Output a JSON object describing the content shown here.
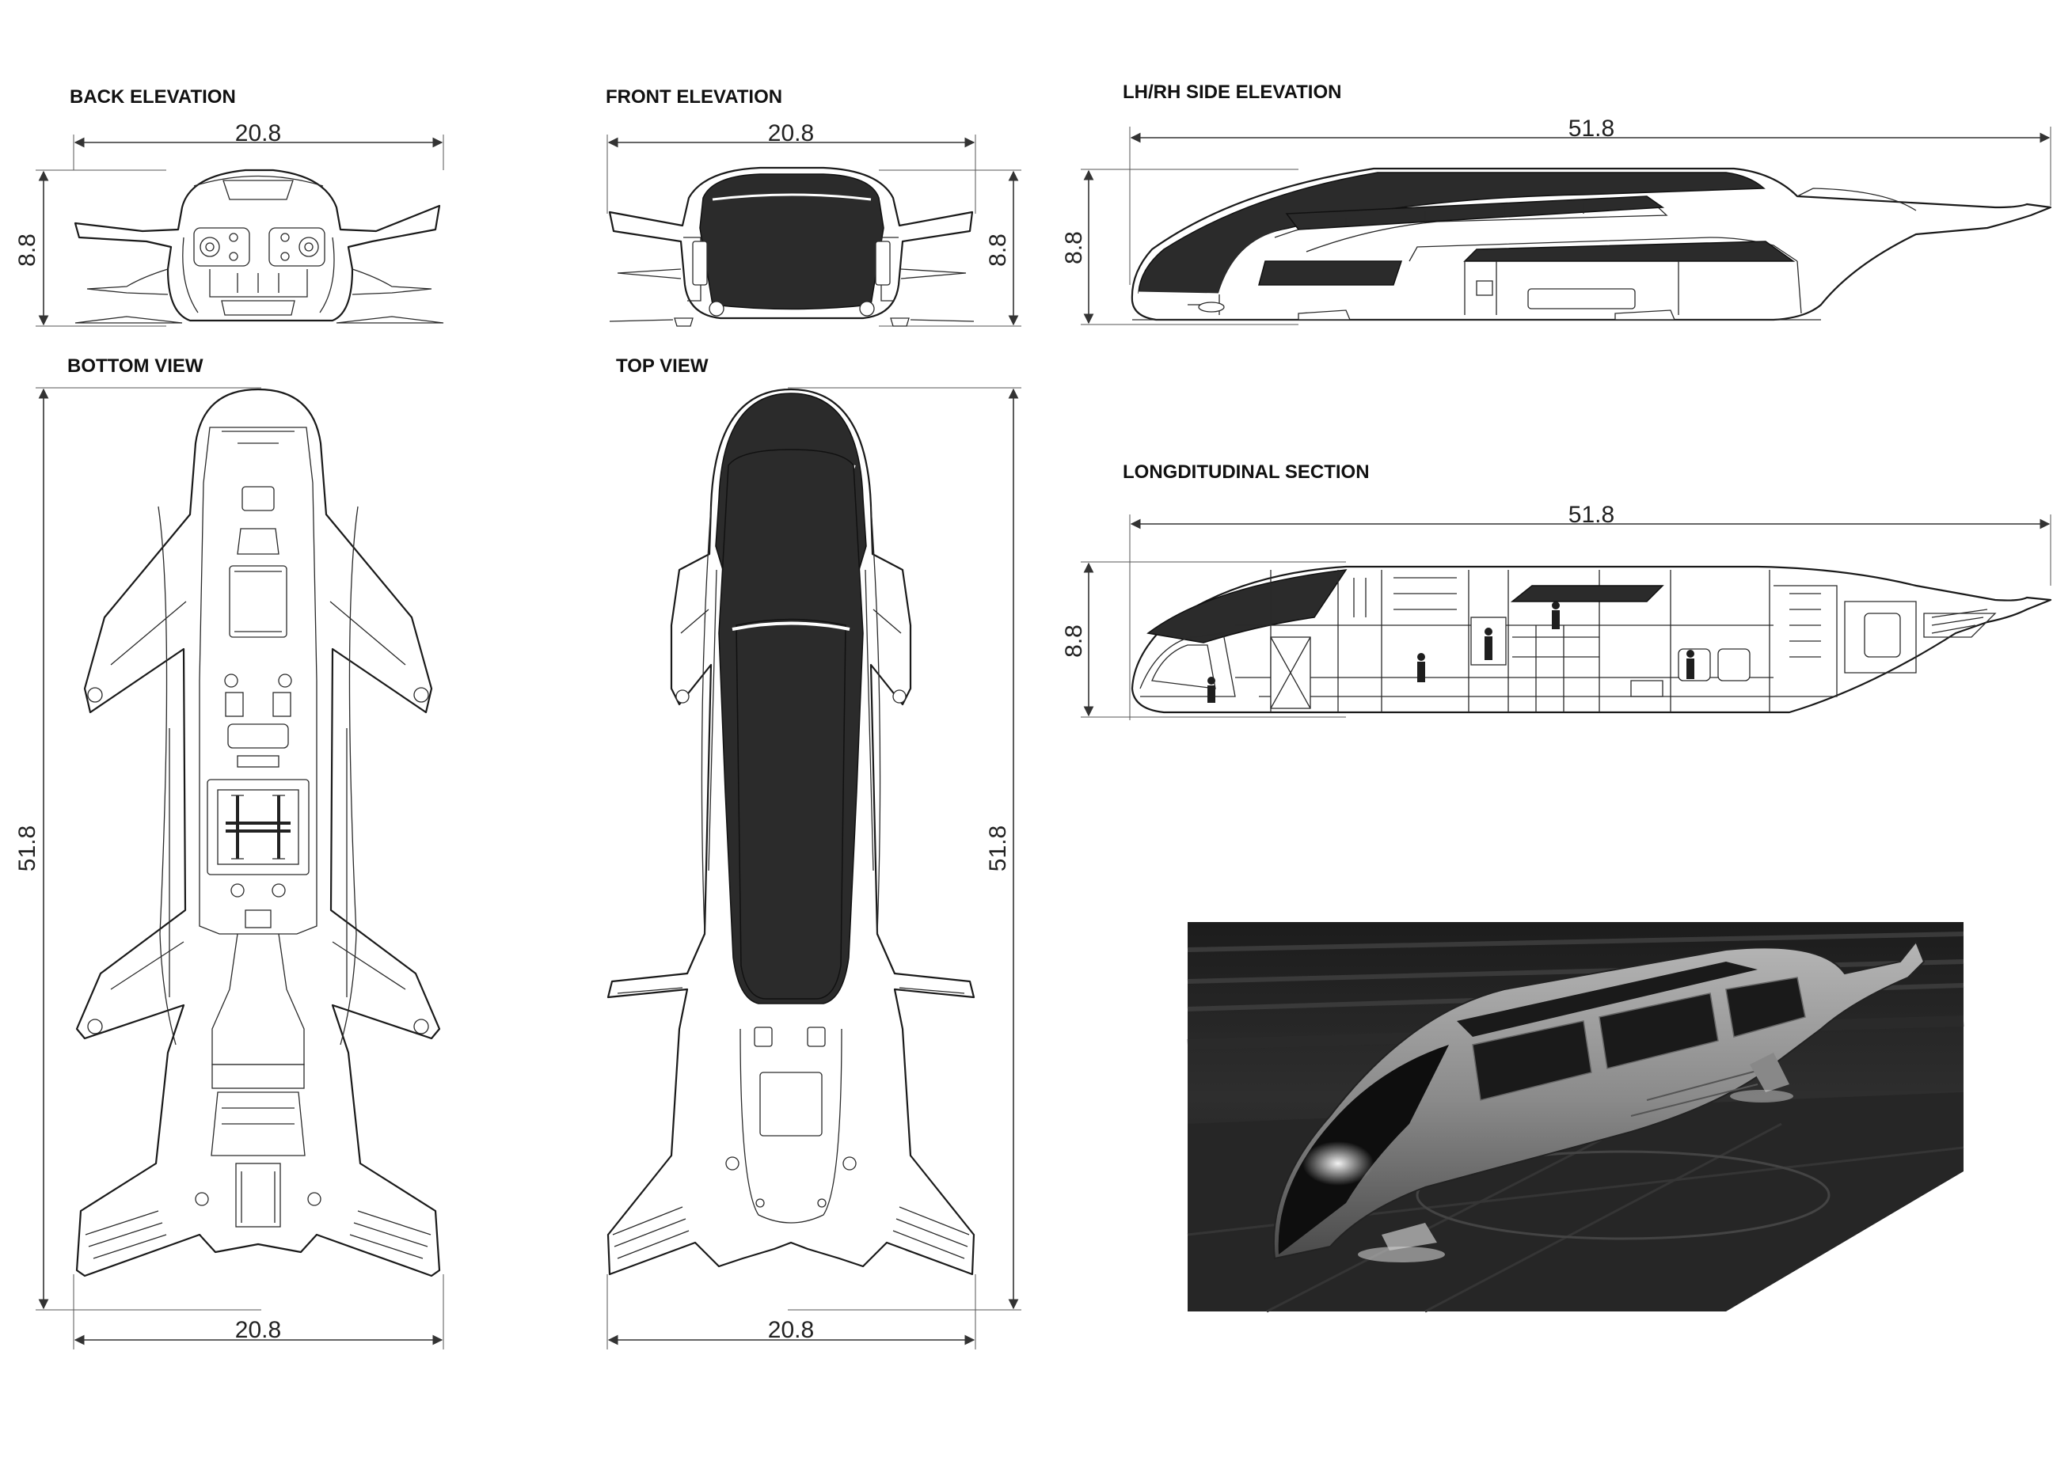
{
  "views": {
    "back_elevation": {
      "title": "BACK ELEVATION",
      "width_dim": "20.8",
      "height_dim": "8.8"
    },
    "front_elevation": {
      "title": "FRONT ELEVATION",
      "width_dim": "20.8",
      "height_dim": "8.8"
    },
    "side_elevation": {
      "title": "LH/RH SIDE ELEVATION",
      "length_dim": "51.8",
      "height_dim": "8.8"
    },
    "bottom_view": {
      "title": "BOTTOM VIEW",
      "length_dim": "51.8",
      "width_dim": "20.8"
    },
    "top_view": {
      "title": "TOP VIEW",
      "length_dim": "51.8",
      "width_dim": "20.8"
    },
    "longitudinal_section": {
      "title": "LONGDITUDINAL SECTION",
      "length_dim": "51.8",
      "height_dim": "8.8"
    }
  },
  "render_image": {
    "subject": "vehicle-render-in-hangar"
  }
}
